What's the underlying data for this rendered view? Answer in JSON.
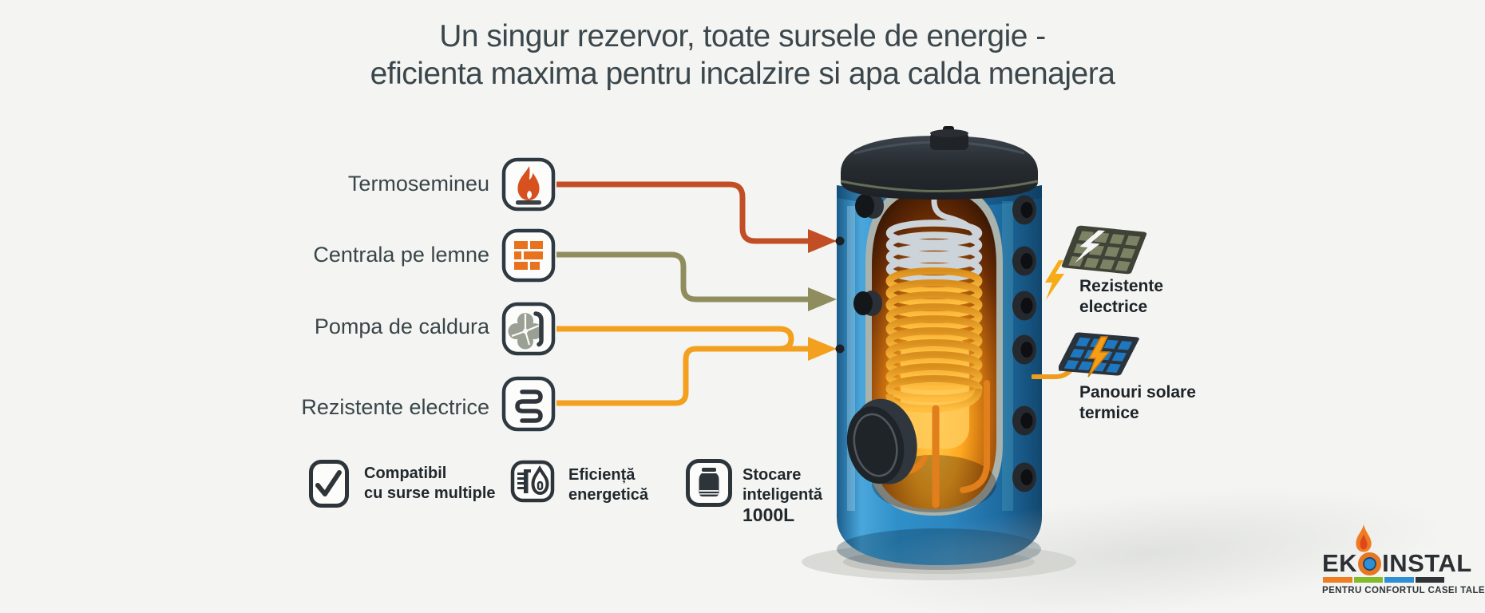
{
  "title": {
    "line1": "Un singur rezervor, toate sursele de energie -",
    "line2": "eficienta maxima pentru incalzire si apa calda menajera"
  },
  "sources": [
    {
      "label": "Termosemineu",
      "icon": "fireplace-flame-icon",
      "line_color": "#c14e24"
    },
    {
      "label": "Centrala pe lemne",
      "icon": "brick-wall-icon",
      "line_color": "#8f8d5e"
    },
    {
      "label": "Pompa de caldura",
      "icon": "fan-icon",
      "line_color": "#f3a01e"
    },
    {
      "label": "Rezistente electrice",
      "icon": "heating-coil-icon",
      "line_color": "#f3a01e"
    }
  ],
  "tank": {
    "illustration": "buffer-tank-cutaway-with-coil"
  },
  "outputs": [
    {
      "line1": "Rezistente",
      "line2": "electrice",
      "icon": "electric-heating-panel-icon",
      "bolt_color": "#f7ab16"
    },
    {
      "line1": "Panouri solare",
      "line2": "termice",
      "icon": "solar-thermal-panel-icon",
      "pipe_color": "#ef9c1c"
    }
  ],
  "features": [
    {
      "line1": "Compatibil",
      "line2": "cu surse multiple",
      "icon": "checkmark-icon"
    },
    {
      "line1": "Eficiență",
      "line2": "energetică",
      "icon": "efficiency-gauge-icon"
    },
    {
      "line1": "Stocare",
      "line2": "inteligentă",
      "line3": "1000L",
      "icon": "storage-tank-icon"
    }
  ],
  "logo": {
    "brand_prefix": "EK",
    "brand_suffix": "INSTAL",
    "tagline": "PENTRU CONFORTUL CASEI TALE",
    "bar_colors": [
      "#ef7d23",
      "#84bb2a",
      "#2f8fd5",
      "#2f3236"
    ]
  },
  "colors": {
    "background": "#f4f5f2",
    "title_text": "#3b474c",
    "label_text": "#3a454a",
    "dark_text": "#1d2328",
    "tank_blue": "#2f8fc9",
    "coil_gold": "#f2a027",
    "accent_red": "#c14e24",
    "accent_olive": "#8f8d5e",
    "accent_orange": "#f3a01e"
  }
}
